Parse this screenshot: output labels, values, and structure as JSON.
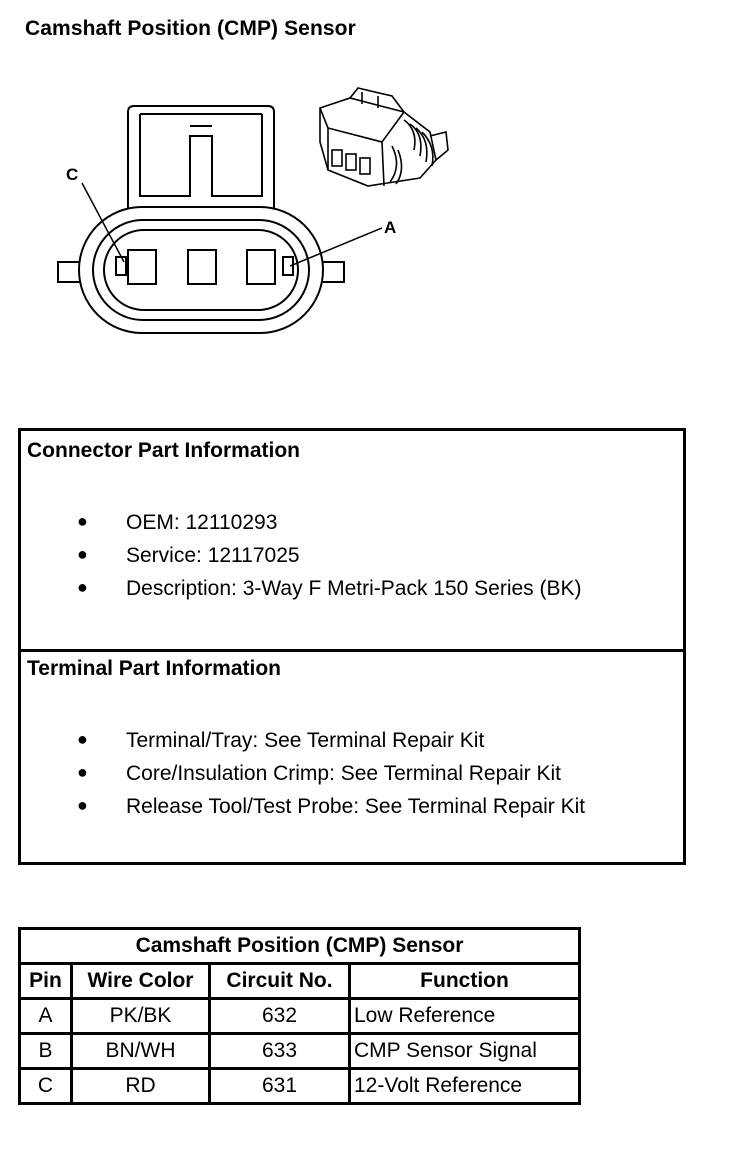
{
  "page": {
    "title": "Camshaft Position (CMP) Sensor"
  },
  "diagram": {
    "callouts": [
      "C",
      "A"
    ],
    "icons": [
      "connector-face-view",
      "connector-3d-view"
    ]
  },
  "connector_info": {
    "heading": "Connector Part Information",
    "items": [
      "OEM: 12110293",
      "Service: 12117025",
      "Description: 3-Way F Metri-Pack 150 Series (BK)"
    ]
  },
  "terminal_info": {
    "heading": "Terminal Part Information",
    "items": [
      "Terminal/Tray: See Terminal Repair Kit",
      "Core/Insulation Crimp: See Terminal Repair Kit",
      "Release Tool/Test Probe: See Terminal Repair Kit"
    ]
  },
  "pin_table": {
    "title": "Camshaft Position (CMP) Sensor",
    "headers": [
      "Pin",
      "Wire Color",
      "Circuit No.",
      "Function"
    ],
    "rows": [
      [
        "A",
        "PK/BK",
        "632",
        "Low Reference"
      ],
      [
        "B",
        "BN/WH",
        "633",
        "CMP Sensor Signal"
      ],
      [
        "C",
        "RD",
        "631",
        "12-Volt Reference"
      ]
    ]
  }
}
